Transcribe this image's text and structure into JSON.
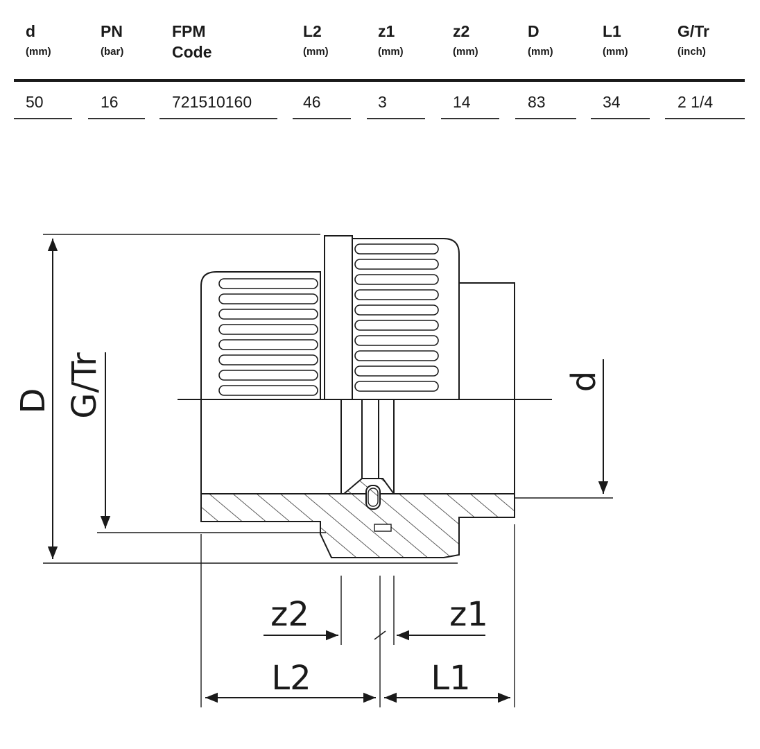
{
  "table": {
    "headers": [
      {
        "name": "d",
        "unit": "(mm)"
      },
      {
        "name": "PN",
        "unit": "(bar)"
      },
      {
        "name": "FPM",
        "name2": "Code"
      },
      {
        "name": "L2",
        "unit": "(mm)"
      },
      {
        "name": "z1",
        "unit": "(mm)"
      },
      {
        "name": "z2",
        "unit": "(mm)"
      },
      {
        "name": "D",
        "unit": "(mm)"
      },
      {
        "name": "L1",
        "unit": "(mm)"
      },
      {
        "name": "G/Tr",
        "unit": "(inch)"
      }
    ],
    "row": [
      "50",
      "16",
      "721510160",
      "46",
      "3",
      "14",
      "83",
      "34",
      "2 1/4"
    ]
  },
  "drawing": {
    "labels": {
      "D": "D",
      "G_Tr": "G/Tr",
      "d": "d",
      "z2": "z2",
      "z1": "z1",
      "L2": "L2",
      "L1": "L1"
    }
  }
}
